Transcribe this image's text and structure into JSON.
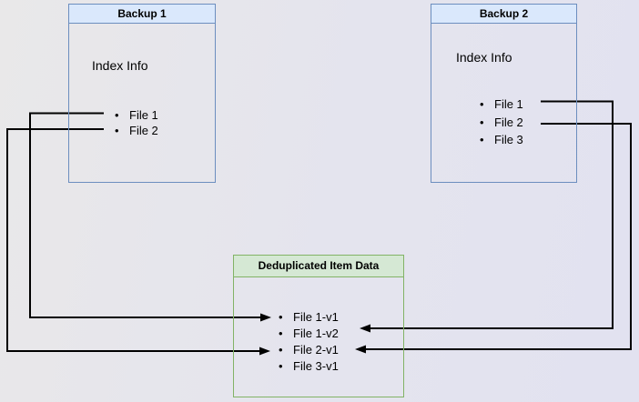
{
  "diagram": {
    "backup1": {
      "title": "Backup 1",
      "subtitle": "Index Info",
      "files": [
        "File 1",
        "File 2"
      ]
    },
    "backup2": {
      "title": "Backup 2",
      "subtitle": "Index Info",
      "files": [
        "File 1",
        "File 2",
        "File 3"
      ]
    },
    "dedup": {
      "title": "Deduplicated Item Data",
      "items": [
        "File 1-v1",
        "File 1-v2",
        "File 2-v1",
        "File 3-v1"
      ]
    },
    "connections": [
      {
        "from": "Backup 1 / File 1",
        "to": "Deduplicated Item Data / File 1-v1"
      },
      {
        "from": "Backup 1 / File 2",
        "to": "Deduplicated Item Data / File 2-v1"
      },
      {
        "from": "Backup 2 / File 1",
        "to": "Deduplicated Item Data / File 1-v2"
      },
      {
        "from": "Backup 2 / File 2",
        "to": "Deduplicated Item Data / File 2-v1"
      }
    ],
    "colors": {
      "backup_header_fill": "#dae8fc",
      "backup_border": "#6c8ebf",
      "dedup_header_fill": "#d5e8d4",
      "dedup_border": "#82b366",
      "arrow": "#000000",
      "background": "#e6e5ee"
    }
  }
}
